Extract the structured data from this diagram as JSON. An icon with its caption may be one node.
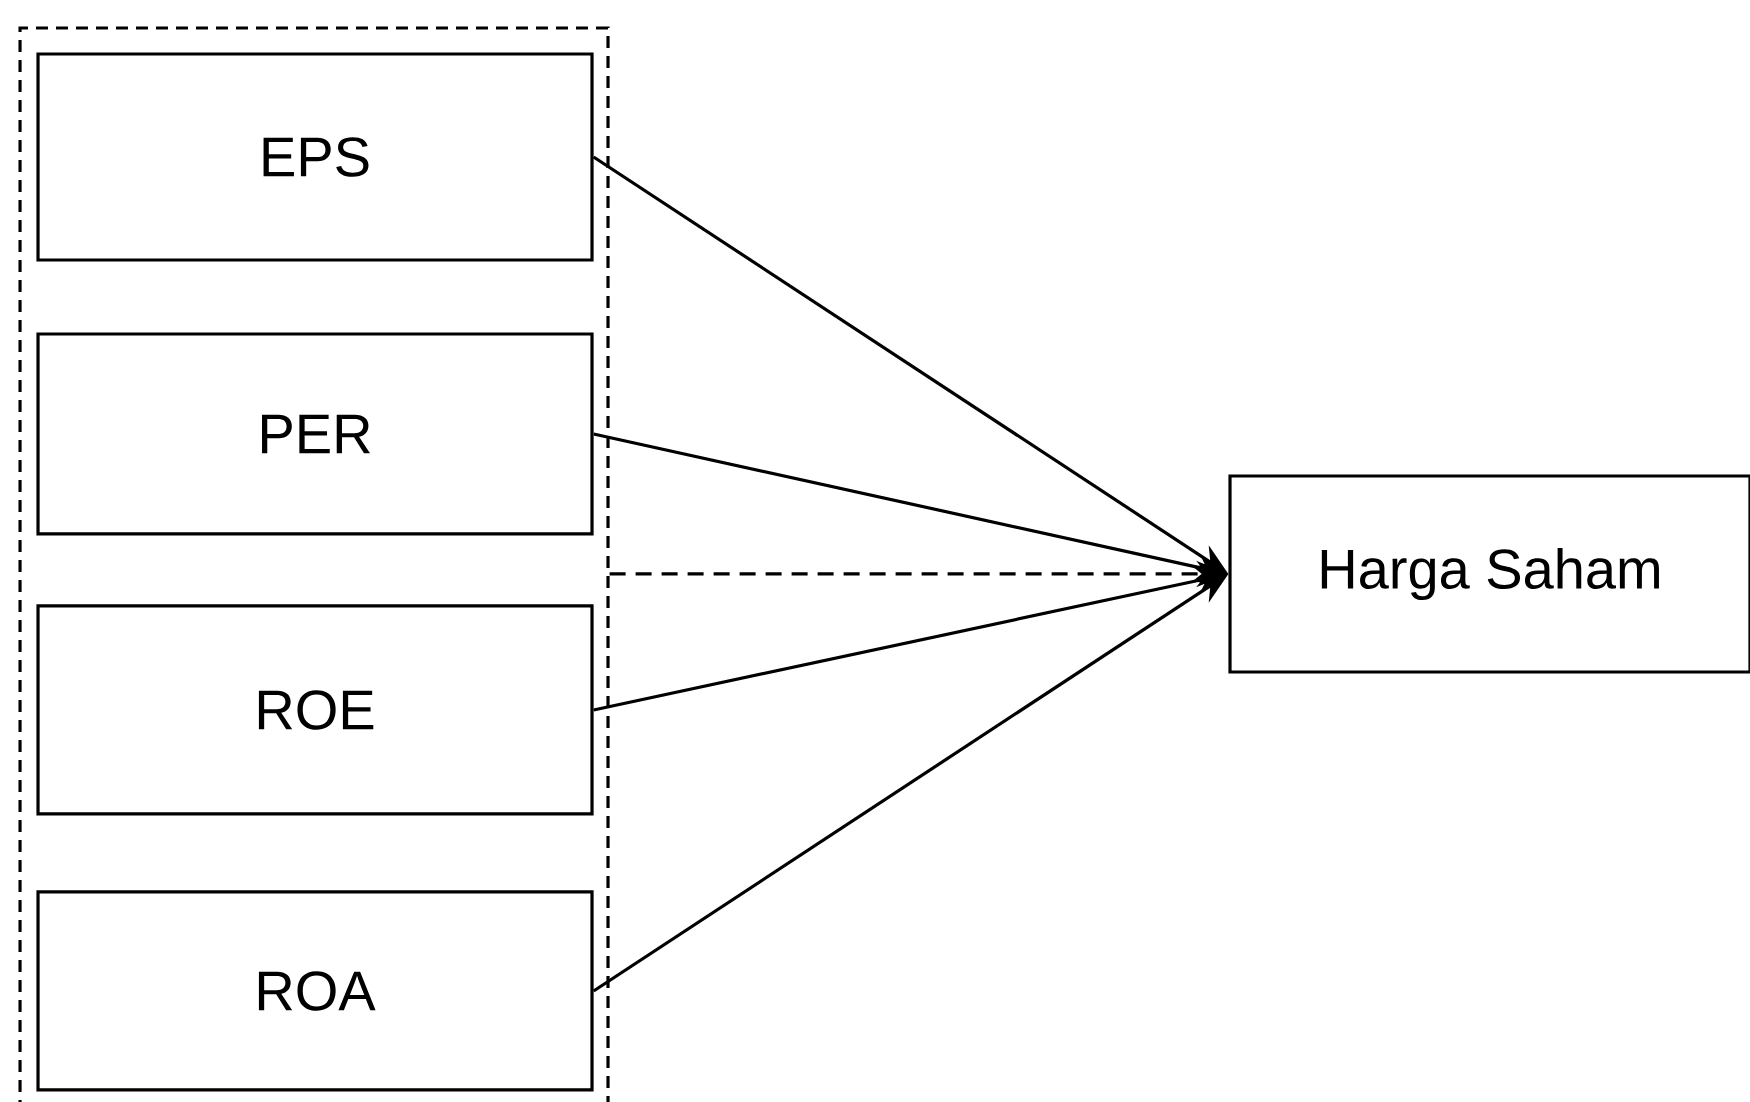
{
  "diagram": {
    "nodes": [
      {
        "text": [],
        "shape": "box"
      },
      {
        "text": [
          "EPS"
        ],
        "in": 0
      },
      {
        "text": [
          "PER"
        ],
        "in": 0
      },
      {
        "text": [
          "ROE"
        ],
        "in": 0
      },
      {
        "text": [
          "ROA"
        ],
        "in": 0
      },
      {
        "text": [
          "Harga Saham"
        ]
      }
    ],
    "edges": [
      {
        "from": 1,
        "to": 5,
        "arrow": "to"
      },
      {
        "from": 2,
        "to": 5,
        "arrow": "to"
      },
      {
        "from": 0,
        "to": 5,
        "arrow": "to",
        "style": "dashed"
      },
      {
        "from": 3,
        "to": 5,
        "arrow": "to"
      },
      {
        "from": 4,
        "to": 5,
        "arrow": "to"
      }
    ]
  }
}
